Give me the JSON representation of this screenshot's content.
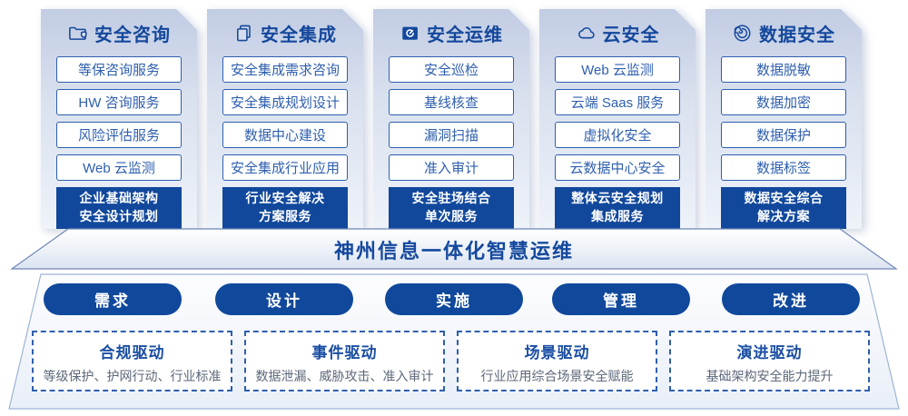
{
  "page": {
    "band_title": "神州信息一体化智慧运维"
  },
  "columns": [
    {
      "title": "安全咨询",
      "icon": "folder-shield-icon",
      "items": [
        "等保咨询服务",
        "HW 咨询服务",
        "风险评估服务",
        "Web 云监测"
      ],
      "footer": "企业基础架构\n安全设计规划"
    },
    {
      "title": "安全集成",
      "icon": "documents-icon",
      "items": [
        "安全集成需求咨询",
        "安全集成规划设计",
        "数据中心建设",
        "安全集成行业应用"
      ],
      "footer": "行业安全解决\n方案服务"
    },
    {
      "title": "安全运维",
      "icon": "monitor-gauge-icon",
      "items": [
        "安全巡检",
        "基线核查",
        "漏洞扫描",
        "准入审计"
      ],
      "footer": "安全驻场结合\n单次服务"
    },
    {
      "title": "云安全",
      "icon": "cloud-icon",
      "items": [
        "Web 云监测",
        "云端 Saas 服务",
        "虚拟化安全",
        "云数据中心安全"
      ],
      "footer": "整体云安全规划\n集成服务"
    },
    {
      "title": "数据安全",
      "icon": "fingerprint-icon",
      "items": [
        "数据脱敏",
        "数据加密",
        "数据保护",
        "数据标签"
      ],
      "footer": "数据安全综合\n解决方案"
    }
  ],
  "process_pills": [
    "需求",
    "设计",
    "实施",
    "管理",
    "改进"
  ],
  "drivers": [
    {
      "title": "合规驱动",
      "subtitle": "等级保护、护网行动、行业标准"
    },
    {
      "title": "事件驱动",
      "subtitle": "数据泄漏、威胁攻击、准入审计"
    },
    {
      "title": "场景驱动",
      "subtitle": "行业应用综合场景安全赋能"
    },
    {
      "title": "演进驱动",
      "subtitle": "基础架构安全能力提升"
    }
  ],
  "colors": {
    "primary_dark": "#10489c",
    "accent_blue": "#2e5fae",
    "title_blue": "#15499e",
    "card_gradient_top": "#c2cce3",
    "card_gradient_bottom": "#eef2f9"
  }
}
